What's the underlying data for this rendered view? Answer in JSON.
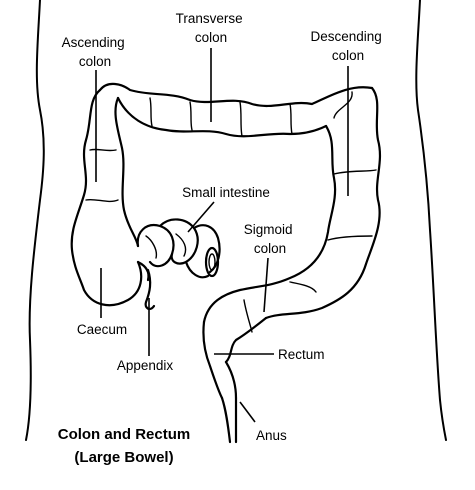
{
  "labels": {
    "transverse_colon": [
      "Transverse",
      "colon"
    ],
    "ascending_colon": [
      "Ascending",
      "colon"
    ],
    "descending_colon": [
      "Descending",
      "colon"
    ],
    "small_intestine": "Small intestine",
    "sigmoid_colon": [
      "Sigmoid",
      "colon"
    ],
    "caecum": "Caecum",
    "rectum": "Rectum",
    "appendix": "Appendix",
    "anus": "Anus"
  },
  "caption": [
    "Colon and Rectum",
    "(Large Bowel)"
  ]
}
